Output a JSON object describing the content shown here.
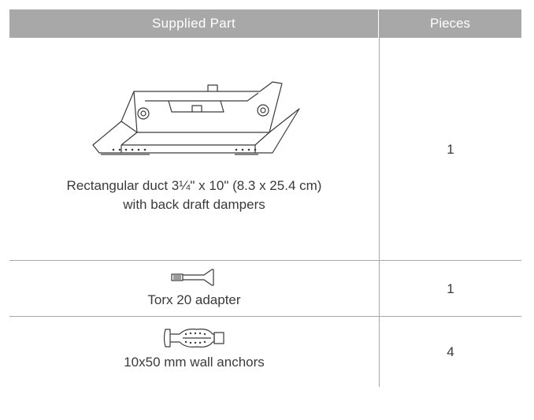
{
  "header": {
    "part_label": "Supplied Part",
    "pieces_label": "Pieces"
  },
  "rows": [
    {
      "caption_line1": "Rectangular duct 3¼\" x 10\" (8.3 x 25.4 cm)",
      "caption_line2": "with back draft dampers",
      "pieces": "1",
      "icon": "rectangular-duct-illustration"
    },
    {
      "caption": "Torx 20 adapter",
      "pieces": "1",
      "icon": "torx-adapter-illustration"
    },
    {
      "caption": "10x50 mm wall anchors",
      "pieces": "4",
      "icon": "wall-anchor-illustration"
    }
  ],
  "colors": {
    "header_bg": "#a8a8a8",
    "header_text": "#ffffff",
    "body_text": "#3a3a3a",
    "grid_line": "#a8a8a8"
  }
}
